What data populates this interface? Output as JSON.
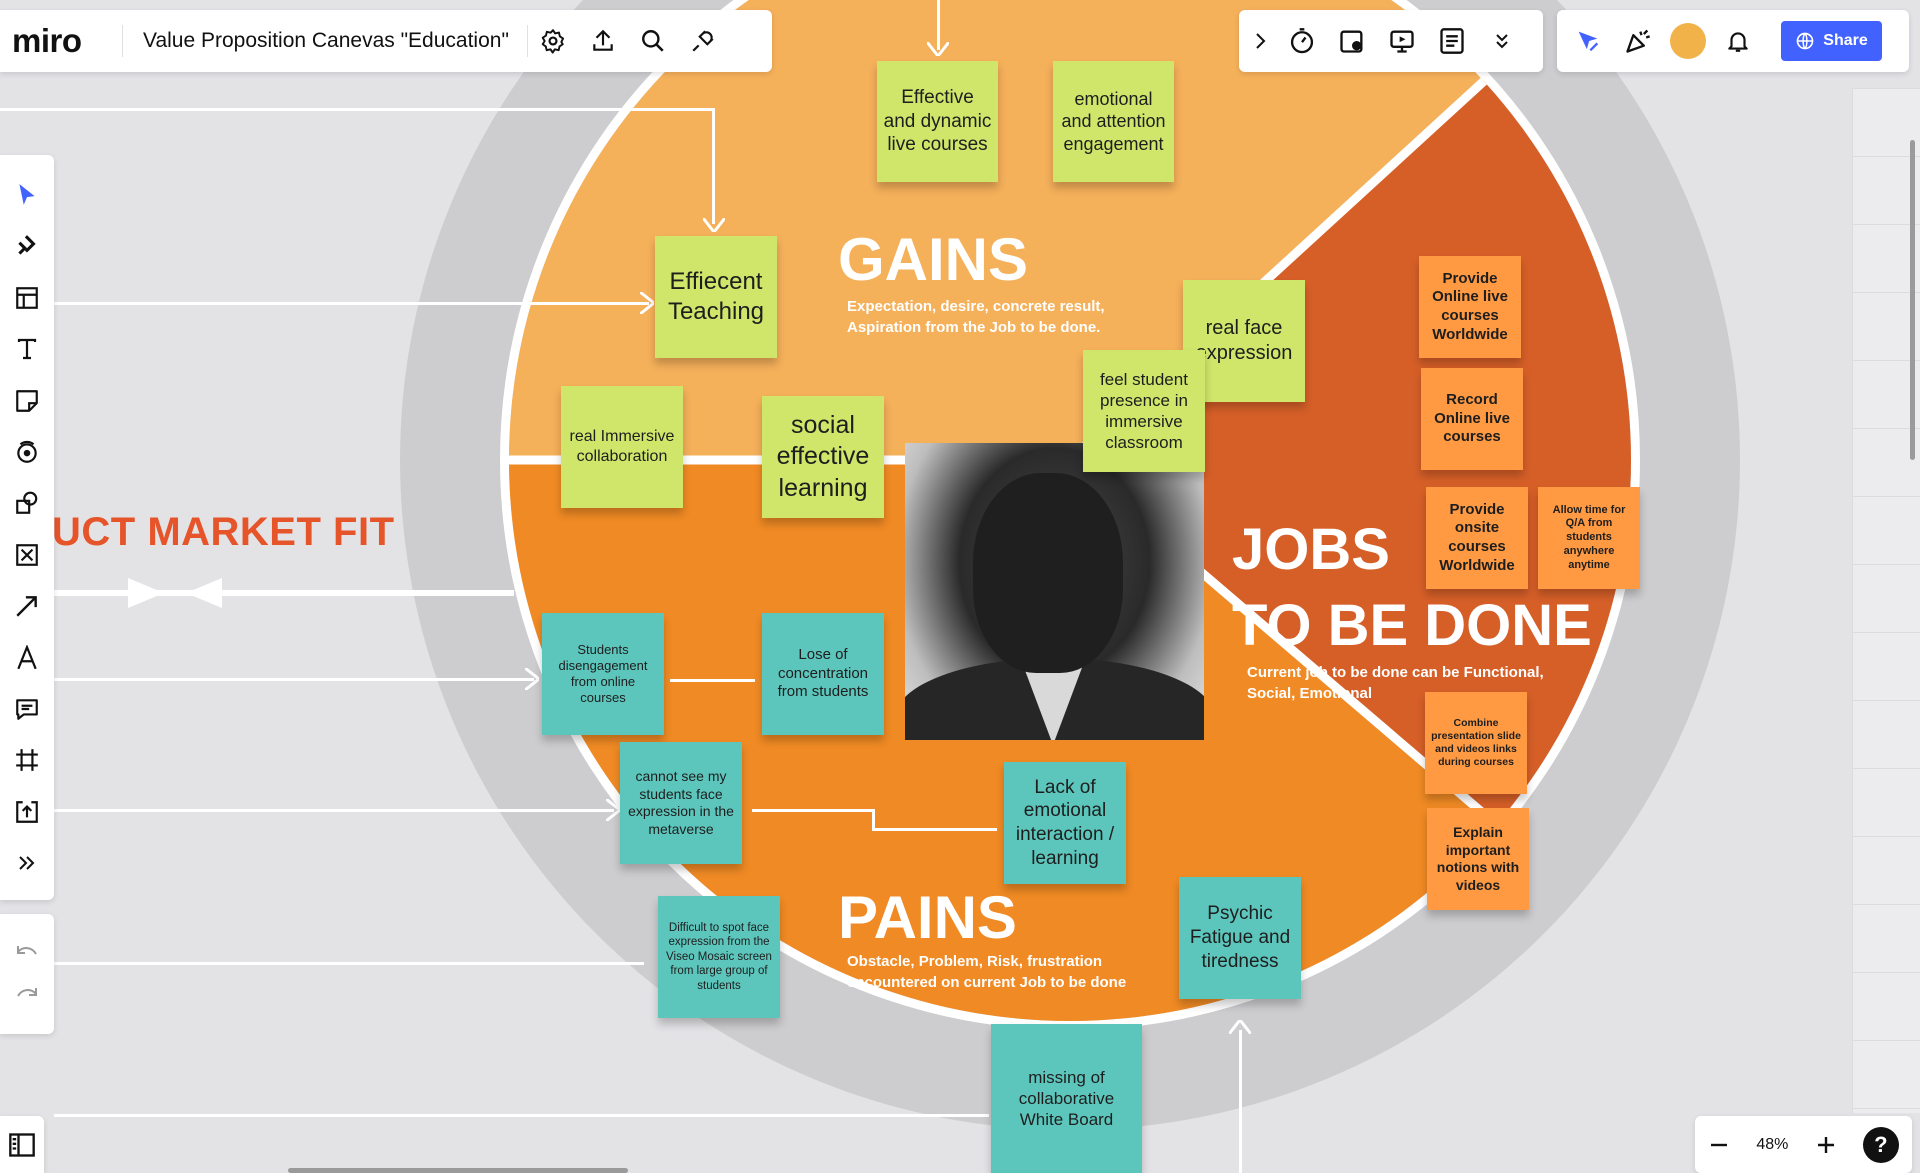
{
  "app": {
    "logo": "miro",
    "board_title": "Value Proposition Canevas \"Education\"",
    "share_label": "Share",
    "zoom": "48%",
    "help": "?",
    "avatar_initials": ""
  },
  "colors": {
    "gains": "#f5b05a",
    "pains": "#f08a24",
    "jobs": "#d65f28",
    "accent": "#4262ff"
  },
  "icons": {
    "top": [
      "settings-icon",
      "upload-icon",
      "search-icon",
      "plugin-icon"
    ],
    "collab": [
      "chevron-right-icon",
      "timer-icon",
      "voting-icon",
      "presentation-icon",
      "notes-icon",
      "more-icon"
    ],
    "right": [
      "cursor-icon",
      "celebration-icon",
      "avatar",
      "bell-icon",
      "globe-icon"
    ],
    "tools": [
      "select-icon",
      "jira-icon",
      "templates-icon",
      "text-icon",
      "sticky-note-icon",
      "mindmap-icon",
      "shapes-icon",
      "frame-x-icon",
      "arrow-icon",
      "pen-icon",
      "comment-icon",
      "frame-icon",
      "upload-board-icon",
      "more-tools-icon"
    ]
  },
  "canvas": {
    "market_fit_text": "UCT MARKET FIT",
    "gains": {
      "title": "GAINS",
      "subtitle_1": "Expectation, desire, concrete result,",
      "subtitle_2": "Aspiration from the Job to be done."
    },
    "pains": {
      "title": "PAINS",
      "subtitle_1": "Obstacle, Problem, Risk, frustration",
      "subtitle_2": "encountered on current Job to be done"
    },
    "jobs": {
      "title_1": "JOBS",
      "title_2": "TO BE DONE",
      "subtitle_1": "Current job to be done can be Functional,",
      "subtitle_2": "Social, Emotional"
    },
    "gain_notes": [
      "Effective and dynamic live courses",
      "emotional and attention engagement",
      "Effiecent Teaching",
      "real face expression",
      "feel student presence in immersive classroom",
      "real Immersive collaboration",
      "social effective learning"
    ],
    "pain_notes": [
      "Students disengagement from online courses",
      "Lose of concentration from students",
      "cannot see my students face expression in the metaverse",
      "Lack of emotional interaction / learning",
      "Difficult to spot face expression from the Viseo Mosaic screen from large group of students",
      "Psychic Fatigue and tiredness",
      "missing of collaborative White Board"
    ],
    "job_notes": [
      "Provide Online live courses Worldwide",
      "Record Online live courses",
      "Provide onsite courses Worldwide",
      "Allow time for Q/A from students anywhere anytime",
      "Combine presentation slide and videos links during courses",
      "Explain important notions with videos"
    ]
  }
}
